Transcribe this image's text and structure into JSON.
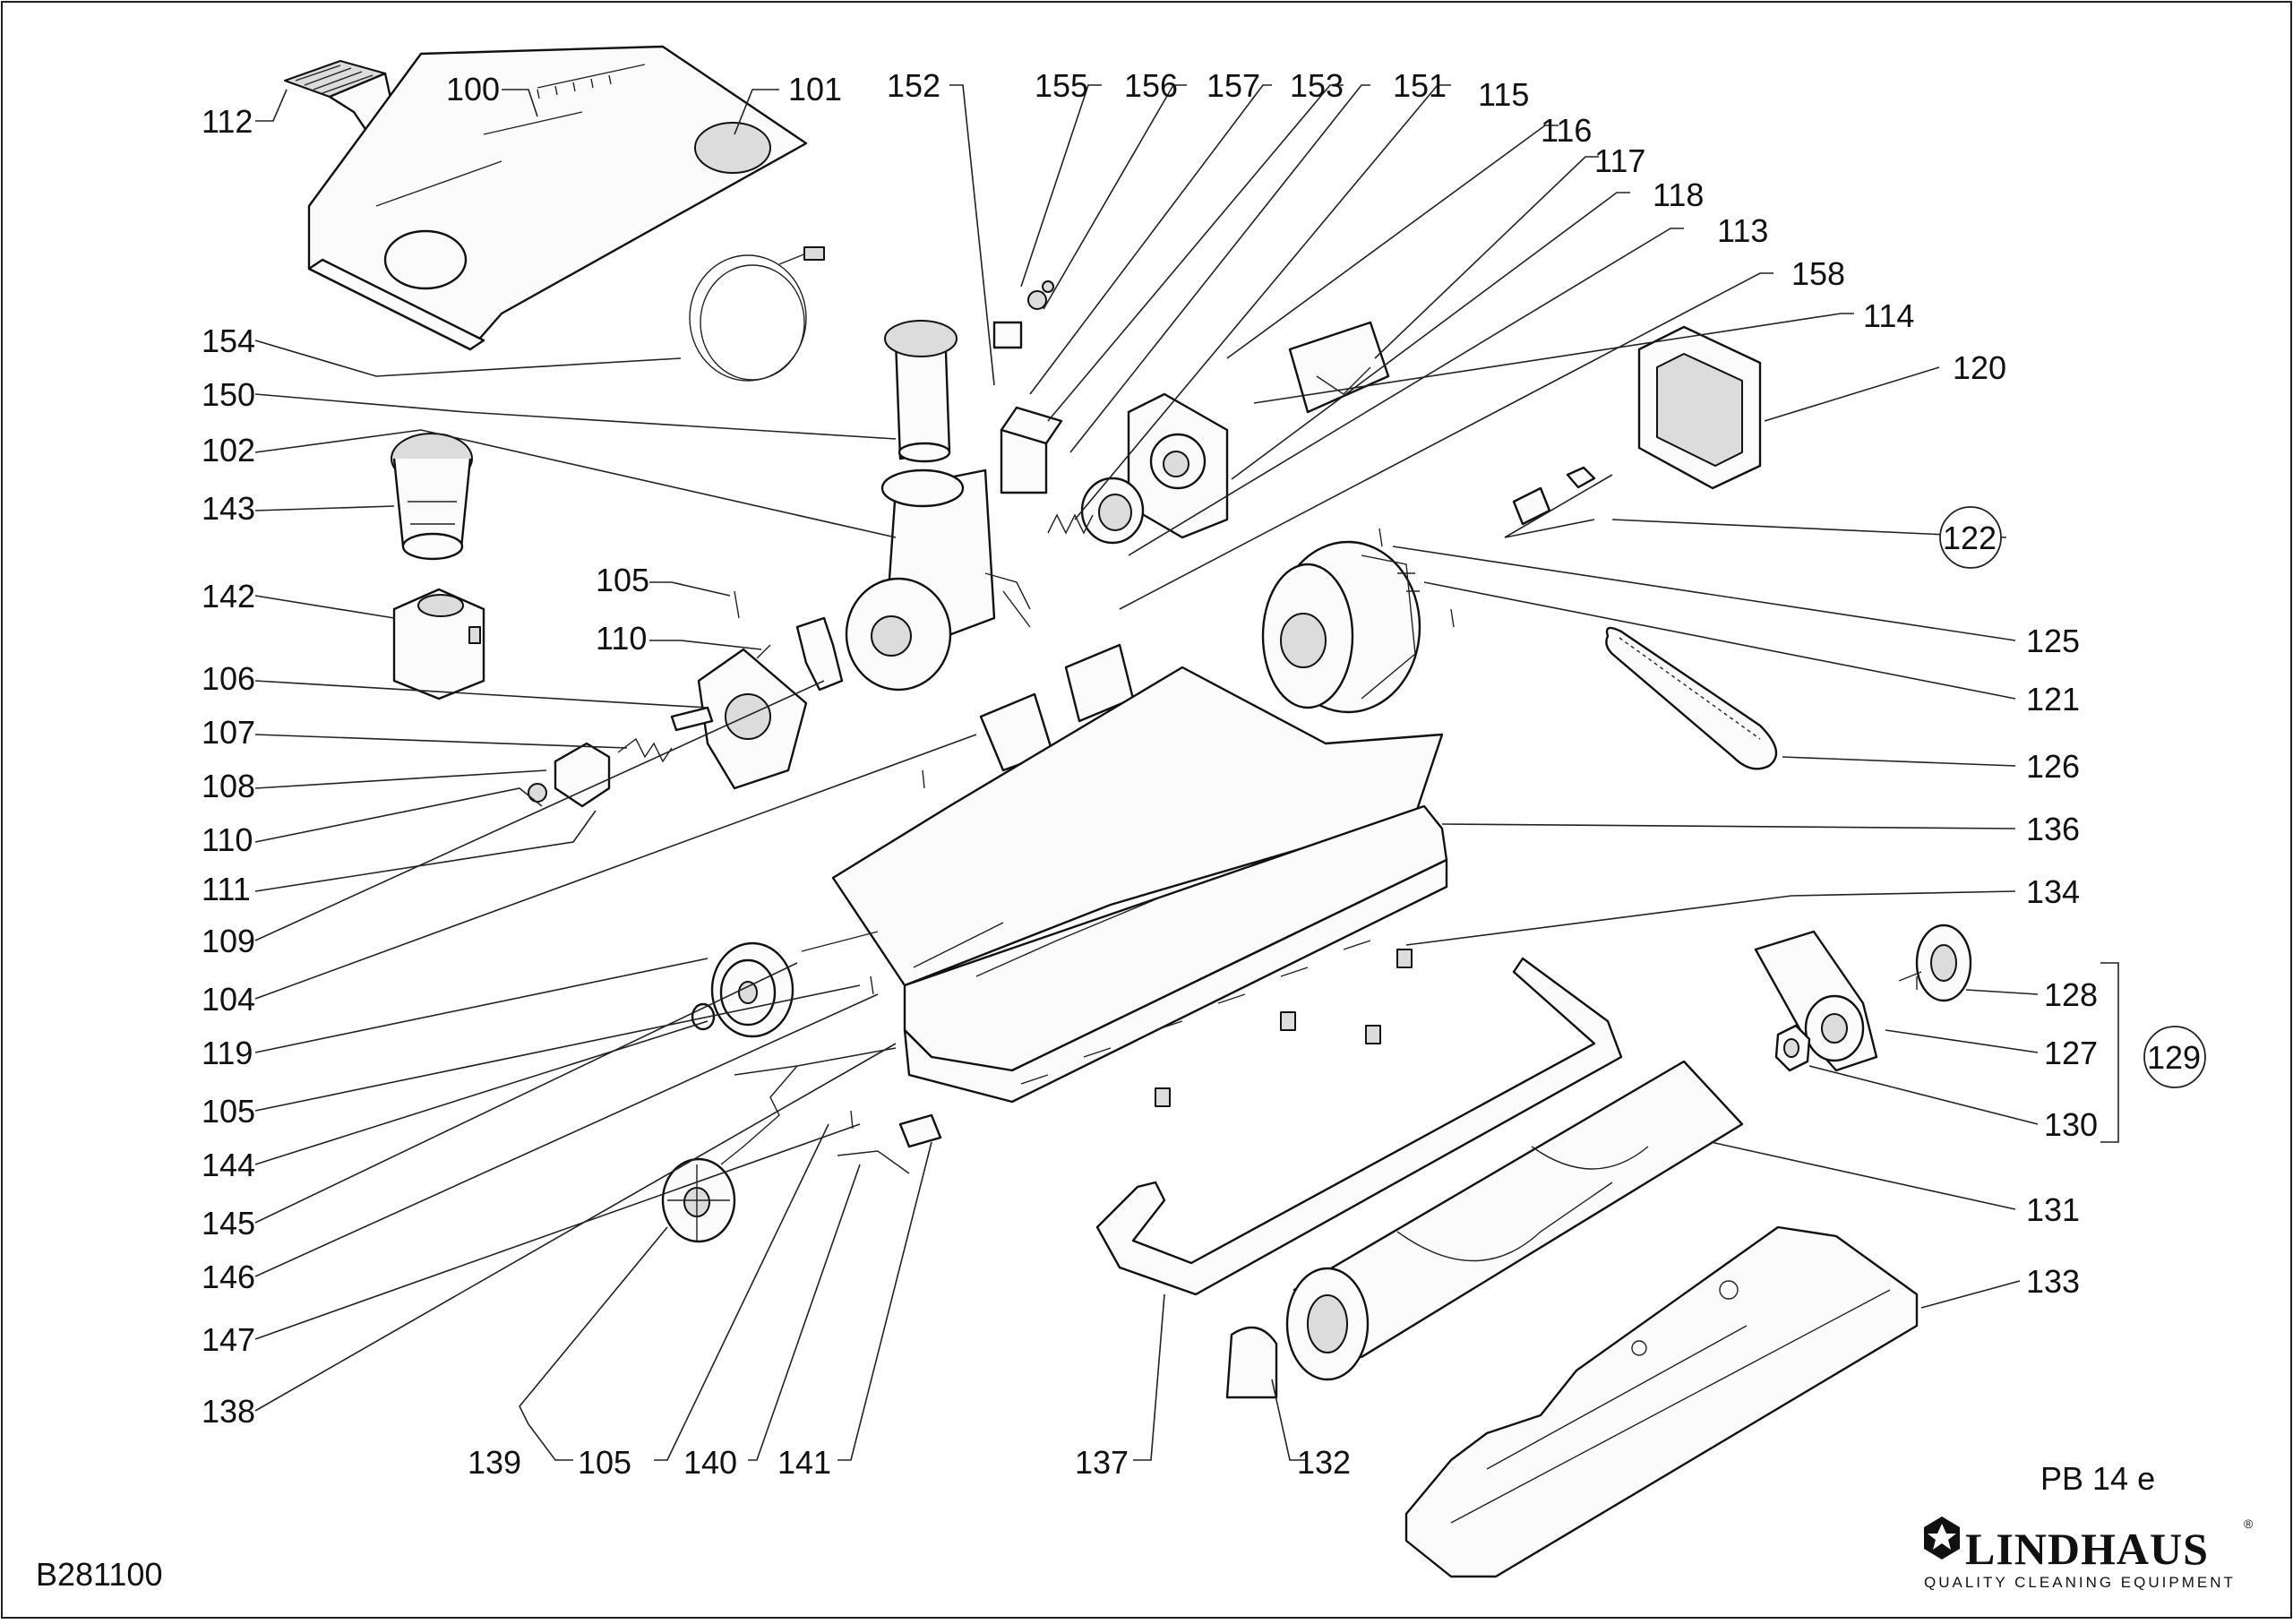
{
  "drawing": {
    "model_label": "PB 14 e",
    "drawing_number": "B281100"
  },
  "brand": {
    "name": "LINDHAUS",
    "registered_mark": "®",
    "tagline": "QUALITY CLEANING EQUIPMENT"
  },
  "callouts": {
    "c100": "100",
    "c101": "101",
    "c112": "112",
    "c152": "152",
    "c155": "155",
    "c156": "156",
    "c157": "157",
    "c153": "153",
    "c151": "151",
    "c115": "115",
    "c116": "116",
    "c117": "117",
    "c118": "118",
    "c113": "113",
    "c158": "158",
    "c114": "114",
    "c120": "120",
    "c122": "122",
    "c154": "154",
    "c150": "150",
    "c102": "102",
    "c143": "143",
    "c142": "142",
    "c105a": "105",
    "c110a": "110",
    "c106": "106",
    "c107": "107",
    "c108": "108",
    "c110b": "110",
    "c111": "111",
    "c109": "109",
    "c104": "104",
    "c119": "119",
    "c105b": "105",
    "c144": "144",
    "c145": "145",
    "c146": "146",
    "c147": "147",
    "c138": "138",
    "c139": "139",
    "c105c": "105",
    "c140": "140",
    "c141": "141",
    "c137": "137",
    "c132": "132",
    "c125": "125",
    "c121": "121",
    "c126": "126",
    "c136": "136",
    "c134": "134",
    "c128": "128",
    "c127": "127",
    "c129": "129",
    "c130": "130",
    "c131": "131",
    "c133": "133"
  }
}
